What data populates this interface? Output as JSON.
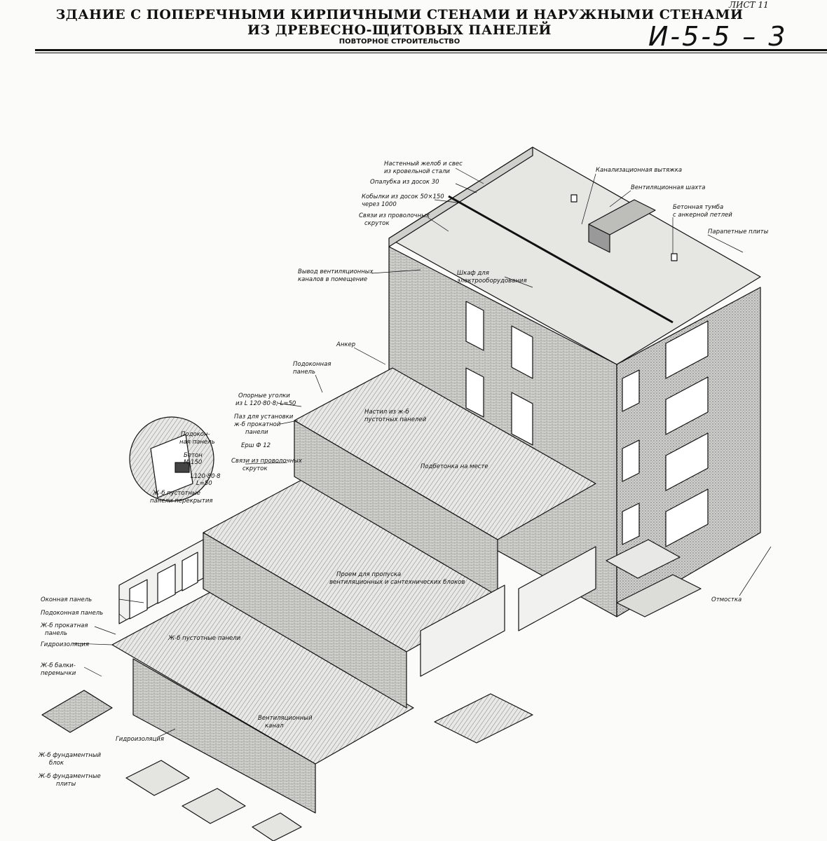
{
  "header": {
    "title_line1": "ЗДАНИЕ С ПОПЕРЕЧНЫМИ КИРПИЧНЫМИ СТЕНАМИ И НАРУЖНЫМИ СТЕНАМИ",
    "title_line2": "ИЗ ДРЕВЕСНО-ЩИТОВЫХ ПАНЕЛЕЙ",
    "subtitle": "ПОВТОРНОЕ СТРОИТЕЛЬСТВО",
    "sheet_label": "ЛИСТ 11",
    "project_code": "И-5-5 – 3"
  },
  "labels": {
    "gutter": "Настенный желоб и свес",
    "gutter2": "из кровельной стали",
    "boarding": "Опалубка из досок 30",
    "rafters": "Кобылки из досок 50×150",
    "rafters2": "через 1000",
    "wire_ties_top": "Связи из проволочных",
    "wire_ties_top2": "скруток",
    "sewer_vent": "Канализационная вытяжка",
    "vent_shaft": "Вентиляционная шахта",
    "concrete_pedestal": "Бетонная тумба",
    "concrete_pedestal2": "с анкерной петлей",
    "parapet_plates": "Парапетные плиты",
    "vent_outlet": "Вывод вентиляционных",
    "vent_outlet2": "каналов в помещение",
    "electric_cabinet": "Шкаф для",
    "electric_cabinet2": "электрооборудования",
    "anchor": "Анкер",
    "sill_panel": "Подоконная",
    "sill_panel2": "панель",
    "steel_angles": "Опорные уголки",
    "steel_angles2": "из L 120·80·8; L=50",
    "groove": "Паз для установки",
    "groove2": "ж-б прокатной",
    "groove3": "панели",
    "ruff": "Ерш Ф 12",
    "wire_ties": "Связи из проволочных",
    "wire_ties2": "скруток",
    "hollow_slabs": "Настил из ж-б",
    "hollow_slabs2": "пустотных панелей",
    "grouting": "Подбетонка на месте",
    "opening": "Проем для пропуска",
    "opening2": "вентиляционных и сантехнических блоков",
    "window_panel": "Оконная панель",
    "sill_panel_left": "Подоконная панель",
    "rolled_panel": "Ж-б прокатная",
    "rolled_panel2": "панель",
    "waterproofing": "Гидроизоляция",
    "beams": "Ж-б балки-",
    "beams2": "перемычки",
    "hollow_panels_low": "Ж-б пустотные панели",
    "vent_channel": "Вентиляционный",
    "vent_channel2": "канал",
    "waterproofing_low": "Гидроизоляция",
    "found_block": "Ж-б фундаментный",
    "found_block2": "блок",
    "found_plates": "Ж-б фундаментные",
    "found_plates2": "плиты",
    "blind_area": "Отмостка"
  },
  "detail": {
    "sill": "Подокон-",
    "sill2": "ная панель",
    "concrete": "Бетон",
    "concrete2": "М 150",
    "angle": "L120·80·8",
    "angle2": "L=50",
    "slabs": "Ж-б пустотные",
    "slabs2": "панели перекрытия"
  }
}
